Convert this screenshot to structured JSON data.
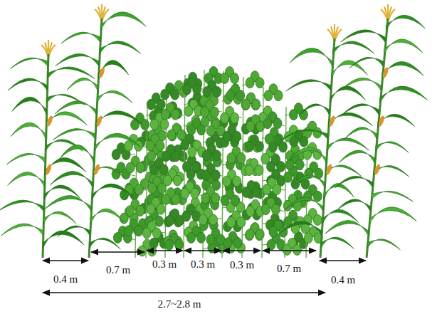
{
  "diagram": {
    "labels": [
      "0.4 m",
      "0.7 m",
      "0.3 m",
      "0.3 m",
      "0.3 m",
      "0.7 m",
      "0.4 m",
      "2.7~2.8 m"
    ]
  }
}
